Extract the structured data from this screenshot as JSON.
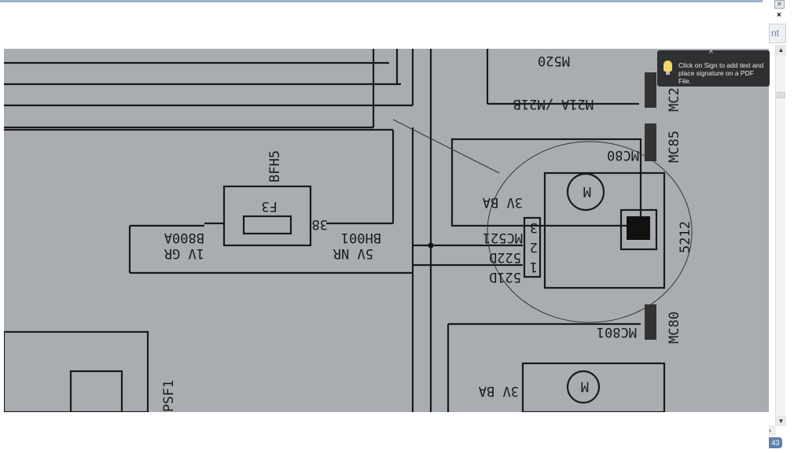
{
  "tooltip": {
    "text": "Click on Sign to add text and place signature on a PDF File.",
    "caret": "^"
  },
  "window": {
    "close": "✕",
    "panel_close": "×",
    "sign_button": "nt"
  },
  "scroll": {
    "up": "▲",
    "down": "▼",
    "right": "›"
  },
  "pager": {
    "page": "43"
  },
  "diagram": {
    "labels": [
      "M520",
      "M21A /M21B",
      "MC85",
      "MC2",
      "MC80",
      "3V BA",
      "MC521",
      "522D",
      "521D",
      "5212",
      "MC80",
      "MC801",
      "3V BA",
      "BFH5",
      "F3",
      "38",
      "BH001",
      "5V NR",
      "B800A",
      "1V GR",
      "PSF1",
      "M",
      "M",
      "3",
      "2",
      "1"
    ]
  }
}
